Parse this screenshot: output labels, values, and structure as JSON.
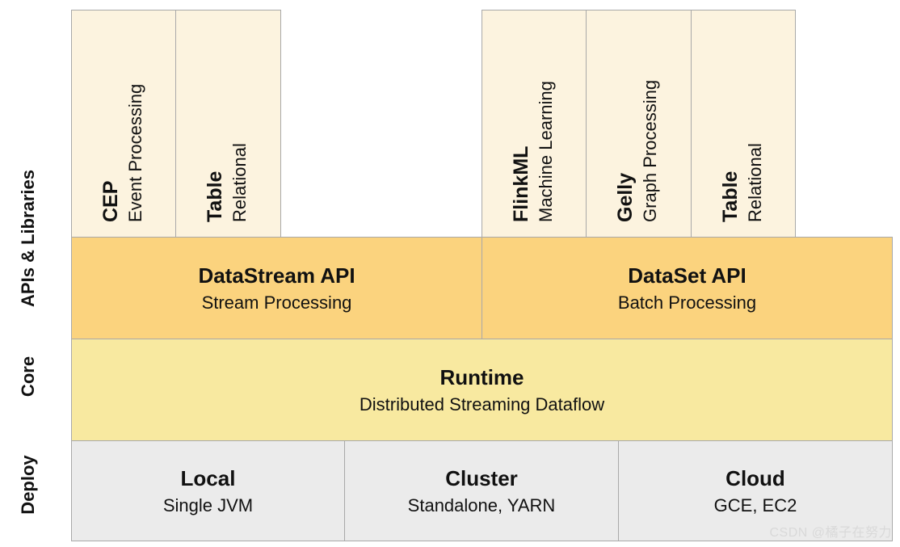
{
  "side_labels": {
    "apis": "APIs & Libraries",
    "core": "Core",
    "deploy": "Deploy"
  },
  "libraries_left": [
    {
      "title": "CEP",
      "subtitle": "Event Processing"
    },
    {
      "title": "Table",
      "subtitle": "Relational"
    }
  ],
  "libraries_right": [
    {
      "title": "FlinkML",
      "subtitle": "Machine Learning"
    },
    {
      "title": "Gelly",
      "subtitle": "Graph Processing"
    },
    {
      "title": "Table",
      "subtitle": "Relational"
    }
  ],
  "apis": [
    {
      "title": "DataStream API",
      "subtitle": "Stream Processing"
    },
    {
      "title": "DataSet API",
      "subtitle": "Batch Processing"
    }
  ],
  "core": {
    "title": "Runtime",
    "subtitle": "Distributed Streaming Dataflow"
  },
  "deploy": [
    {
      "title": "Local",
      "subtitle": "Single JVM"
    },
    {
      "title": "Cluster",
      "subtitle": "Standalone, YARN"
    },
    {
      "title": "Cloud",
      "subtitle": "GCE, EC2"
    }
  ],
  "watermark": "CSDN @橘子在努力",
  "colors": {
    "library": "#fcf3df",
    "api": "#fbd37e",
    "core": "#f8e9a0",
    "deploy": "#ebebeb",
    "border": "#a9a9a9"
  }
}
